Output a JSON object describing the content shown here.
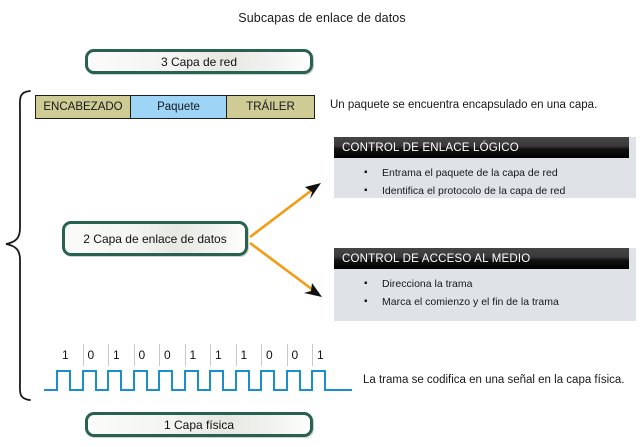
{
  "title": "Subcapas de enlace de datos",
  "layers": [
    {
      "id": "network",
      "label": "3 Capa de red"
    },
    {
      "id": "datalink",
      "label": "2 Capa de enlace de datos"
    },
    {
      "id": "physical",
      "label": "1 Capa física"
    }
  ],
  "packet": {
    "header_label": "ENCABEZADO",
    "payload_label": "Paquete",
    "trailer_label": "TRÁILER"
  },
  "notes": {
    "encapsulation": "Un paquete se encuentra encapsulado en una capa.",
    "encoding": "La trama se codifica en una señal en la capa física."
  },
  "sublayers": [
    {
      "id": "llc",
      "header": "CONTROL DE ENLACE LÓGICO",
      "bullets": [
        "Entrama el paquete de la capa de red",
        "Identifica el protocolo de la capa de red"
      ]
    },
    {
      "id": "mac",
      "header": "CONTROL DE ACCESO AL MEDIO",
      "bullets": [
        "Direcciona la trama",
        "Marca el comienzo y el fin de la trama"
      ]
    }
  ],
  "bit_sequence": [
    "1",
    "0",
    "1",
    "0",
    "0",
    "1",
    "1",
    "1",
    "0",
    "0",
    "1"
  ],
  "bullet_glyph": "▪",
  "colors": {
    "capsule_border": "#27614f",
    "packet_header": "#cfcb94",
    "packet_payload": "#9ed5f7",
    "packet_trailer": "#cfcb94",
    "panel_body": "#dfe3e8",
    "panel_header": "#000000",
    "arrow": "#f59a11",
    "waveform": "#1a8fc9",
    "brace": "#1a1a1a"
  }
}
